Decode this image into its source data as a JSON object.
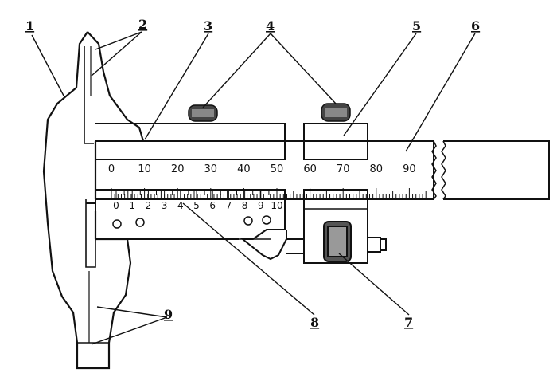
{
  "callouts": [
    "1",
    "2",
    "3",
    "4",
    "5",
    "6",
    "7",
    "8",
    "9"
  ],
  "main_scale": {
    "labels": [
      "0",
      "10",
      "20",
      "30",
      "40",
      "50",
      "60",
      "70",
      "80",
      "90"
    ]
  },
  "vernier_scale": {
    "labels": [
      "0",
      "1",
      "2",
      "3",
      "4",
      "5",
      "6",
      "7",
      "8",
      "9",
      "10"
    ]
  }
}
